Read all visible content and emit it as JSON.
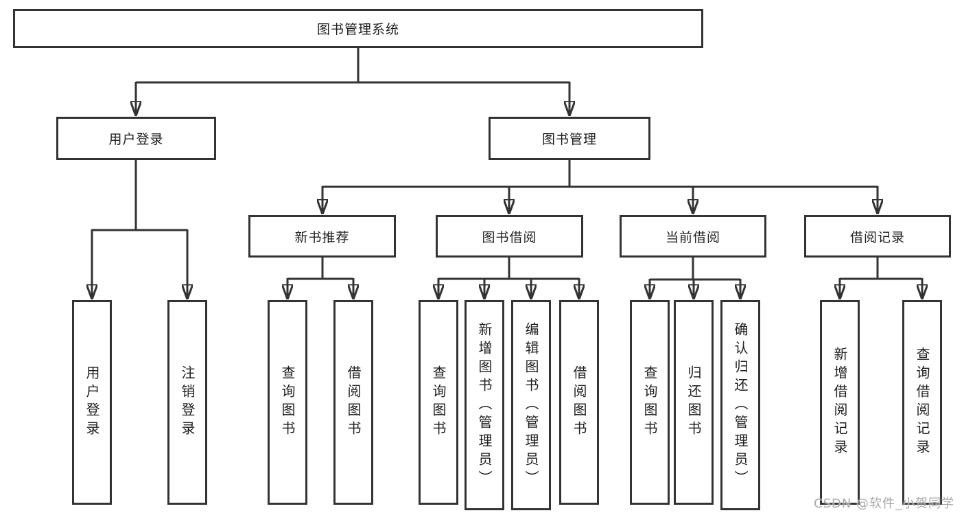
{
  "diagram": {
    "root": {
      "label": "图书管理系统"
    },
    "branches": [
      {
        "label": "用户登录",
        "children": [
          {
            "label": "用户登录"
          },
          {
            "label": "注销登录"
          }
        ]
      },
      {
        "label": "图书管理",
        "sections": [
          {
            "label": "新书推荐",
            "children": [
              {
                "label": "查询图书"
              },
              {
                "label": "借阅图书"
              }
            ]
          },
          {
            "label": "图书借阅",
            "children": [
              {
                "label": "查询图书"
              },
              {
                "label": "新增图书（管理员）"
              },
              {
                "label": "编辑图书（管理员）"
              },
              {
                "label": "借阅图书"
              }
            ]
          },
          {
            "label": "当前借阅",
            "children": [
              {
                "label": "查询图书"
              },
              {
                "label": "归还图书"
              },
              {
                "label": "确认归还（管理员）"
              }
            ]
          },
          {
            "label": "借阅记录",
            "children": [
              {
                "label": "新增借阅记录"
              },
              {
                "label": "查询借阅记录"
              }
            ]
          }
        ]
      }
    ]
  },
  "watermark": {
    "text": "CSDN @软件_小贺同学"
  },
  "colors": {
    "line": "#333333",
    "box_border": "#333333",
    "text": "#1f1f1f",
    "background": "#ffffff",
    "watermark": "#a9a9a9"
  }
}
